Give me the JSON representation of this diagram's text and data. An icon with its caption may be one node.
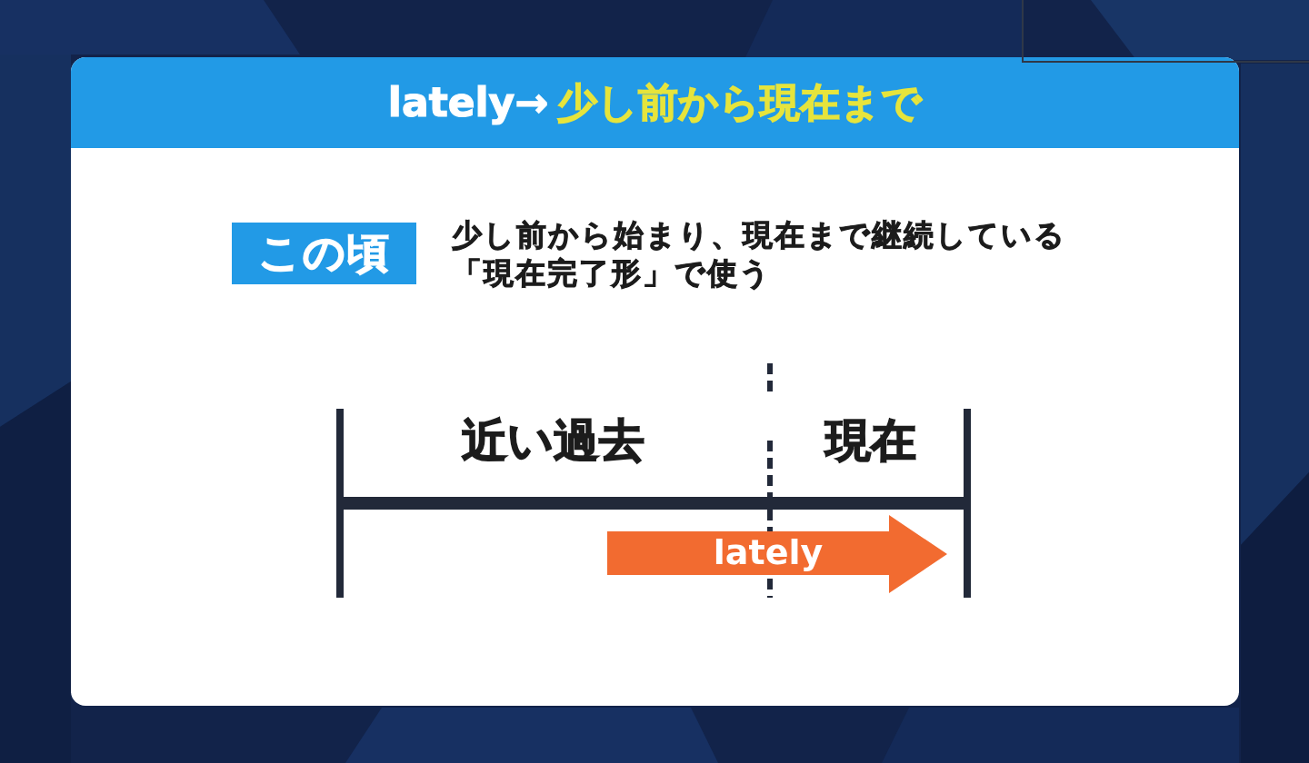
{
  "diagram": {
    "nodes": [
      {
        "text": [
          "lately→",
          "少し前から現在まで"
        ]
      },
      {
        "text": [
          "この頃"
        ],
        "beside": [
          "少し前から始まり、現在まで継続している「現在完了形」で使う"
        ]
      },
      {
        "text": [
          "lately"
        ]
      }
    ],
    "labels": [
      "近い過去",
      "現在"
    ]
  }
}
